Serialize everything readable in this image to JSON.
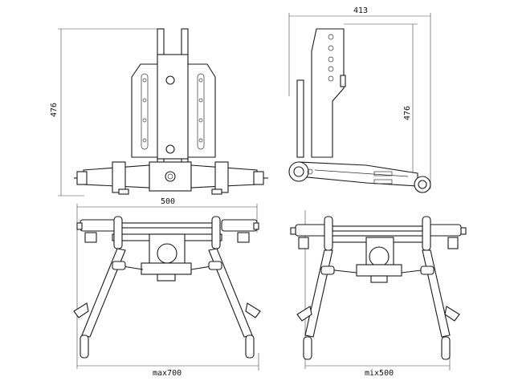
{
  "views": {
    "front_view": {
      "height_label": "476"
    },
    "side_view": {
      "width_label": "413",
      "height_label": "476"
    },
    "top_view_max": {
      "width_label": "500",
      "bottom_label": "max700"
    },
    "top_view_min": {
      "bottom_label": "mix500"
    }
  },
  "colors": {
    "line": "#1a1a1a",
    "background": "#ffffff"
  }
}
